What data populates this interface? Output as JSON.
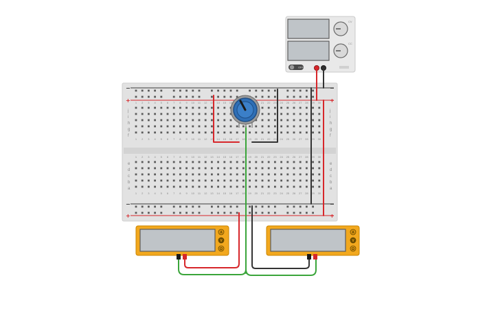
{
  "power_supply": {
    "knob_labels": [
      "CV",
      "CC"
    ],
    "switch_label": "OFF",
    "terminal_colors": [
      "#d7262a",
      "#2f2f2f"
    ]
  },
  "breadboard": {
    "columns": 30,
    "top_row_letters": [
      "j",
      "i",
      "h",
      "g",
      "f"
    ],
    "bottom_row_letters": [
      "e",
      "d",
      "c",
      "b",
      "a"
    ],
    "rail_plus": "+",
    "rail_minus": "−"
  },
  "potentiometer": {
    "knob_color": "#2f6fb6"
  },
  "multimeters": [
    {
      "id": "left",
      "modes": [
        "A",
        "V",
        "Ω"
      ],
      "active_mode": "V",
      "display": ""
    },
    {
      "id": "right",
      "modes": [
        "A",
        "V",
        "Ω"
      ],
      "active_mode": "V",
      "display": ""
    }
  ],
  "wire_colors": {
    "red": "#d7262a",
    "black": "#333333",
    "green": "#3aa53a"
  }
}
